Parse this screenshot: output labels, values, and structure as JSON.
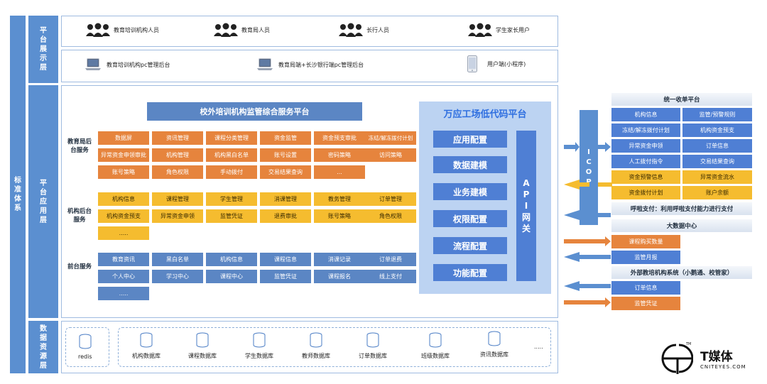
{
  "left_bar": "标准体系",
  "layers": {
    "display": "平台展示层",
    "app": "平台应用层",
    "data": "数据资源层"
  },
  "personas": [
    "教育培训机构人员",
    "教育局人员",
    "长行人员",
    "学生家长用户"
  ],
  "terminals": [
    "教育培训机构pc管理后台",
    "教育局端+长沙银行端pc管理后台",
    "用户端(小程序)"
  ],
  "platform_title": "校外培训机构监管综合服务平台",
  "edu_bureau": {
    "label": "教育局后台服务",
    "rows": [
      [
        "数据屏",
        "资讯管理",
        "课程分类管理",
        "资金监管",
        "资金预支审批",
        "冻结/解冻拨付计划"
      ],
      [
        "异常资金申领审批",
        "机构管理",
        "机构黑白名单",
        "账号设置",
        "密码策略",
        "访问策略"
      ],
      [
        "账号策略",
        "角色权限",
        "手动拨付",
        "交易结果查询",
        "..."
      ]
    ]
  },
  "inst_backend": {
    "label": "机构后台服务",
    "rows": [
      [
        "机构信息",
        "课程管理",
        "学生管理",
        "消课管理",
        "教务管理",
        "订单管理"
      ],
      [
        "机构资金预支",
        "异常资金申领",
        "监管凭证",
        "退费审批",
        "账号策略",
        "角色权限"
      ],
      [
        "....."
      ]
    ]
  },
  "frontend": {
    "label": "前台服务",
    "rows": [
      [
        "教育资讯",
        "黑白名单",
        "机构信息",
        "课程信息",
        "消课记录",
        "订单退费"
      ],
      [
        "个人中心",
        "学习中心",
        "课程中心",
        "监管凭证",
        "课程报名",
        "线上支付"
      ],
      [
        "....."
      ]
    ]
  },
  "lowcode": {
    "title": "万应工场低代码平台",
    "items": [
      "应用配置",
      "数据建模",
      "业务建模",
      "权限配置",
      "流程配置",
      "功能配置"
    ],
    "gateway": "API网关"
  },
  "icop": "ICOP",
  "unified_pay": {
    "title": "统一收单平台",
    "rows": [
      [
        "机构信息",
        "监管/预警规则"
      ],
      [
        "冻结/解冻拨付计划",
        "机构资金预支"
      ],
      [
        "异常资金申领",
        "订单信息"
      ],
      [
        "人工拨付指令",
        "交易结果查询"
      ],
      [
        "资金预警信息",
        "异常资金流水"
      ],
      [
        "资金拨付计划",
        "账户余额"
      ]
    ],
    "hujia": "呼啦支付：利用呼啦支付能力进行支付"
  },
  "bigdata": {
    "title": "大数据中心",
    "items": [
      "课程购买数量",
      "监管月报"
    ]
  },
  "external": {
    "title": "外部教培机构系统（小鹅通、校管家）",
    "items": [
      "订单信息",
      "监管凭证"
    ]
  },
  "data_layer": {
    "redis": "redis",
    "dbs": [
      "机构数据库",
      "课程数据库",
      "学生数据库",
      "教师数据库",
      "订单数据库",
      "班级数据库",
      "资讯数据库"
    ],
    "more": "....."
  },
  "logo": {
    "name": "T媒体",
    "url": "CNITEYES.COM",
    "tm": "TM"
  },
  "colors": {
    "layer_blue": "#5b8fd0",
    "orange": "#e6843d",
    "yellow": "#f5bc2f",
    "blue_box": "#5b86c4",
    "lowcode_bg": "#bcd3f2"
  }
}
